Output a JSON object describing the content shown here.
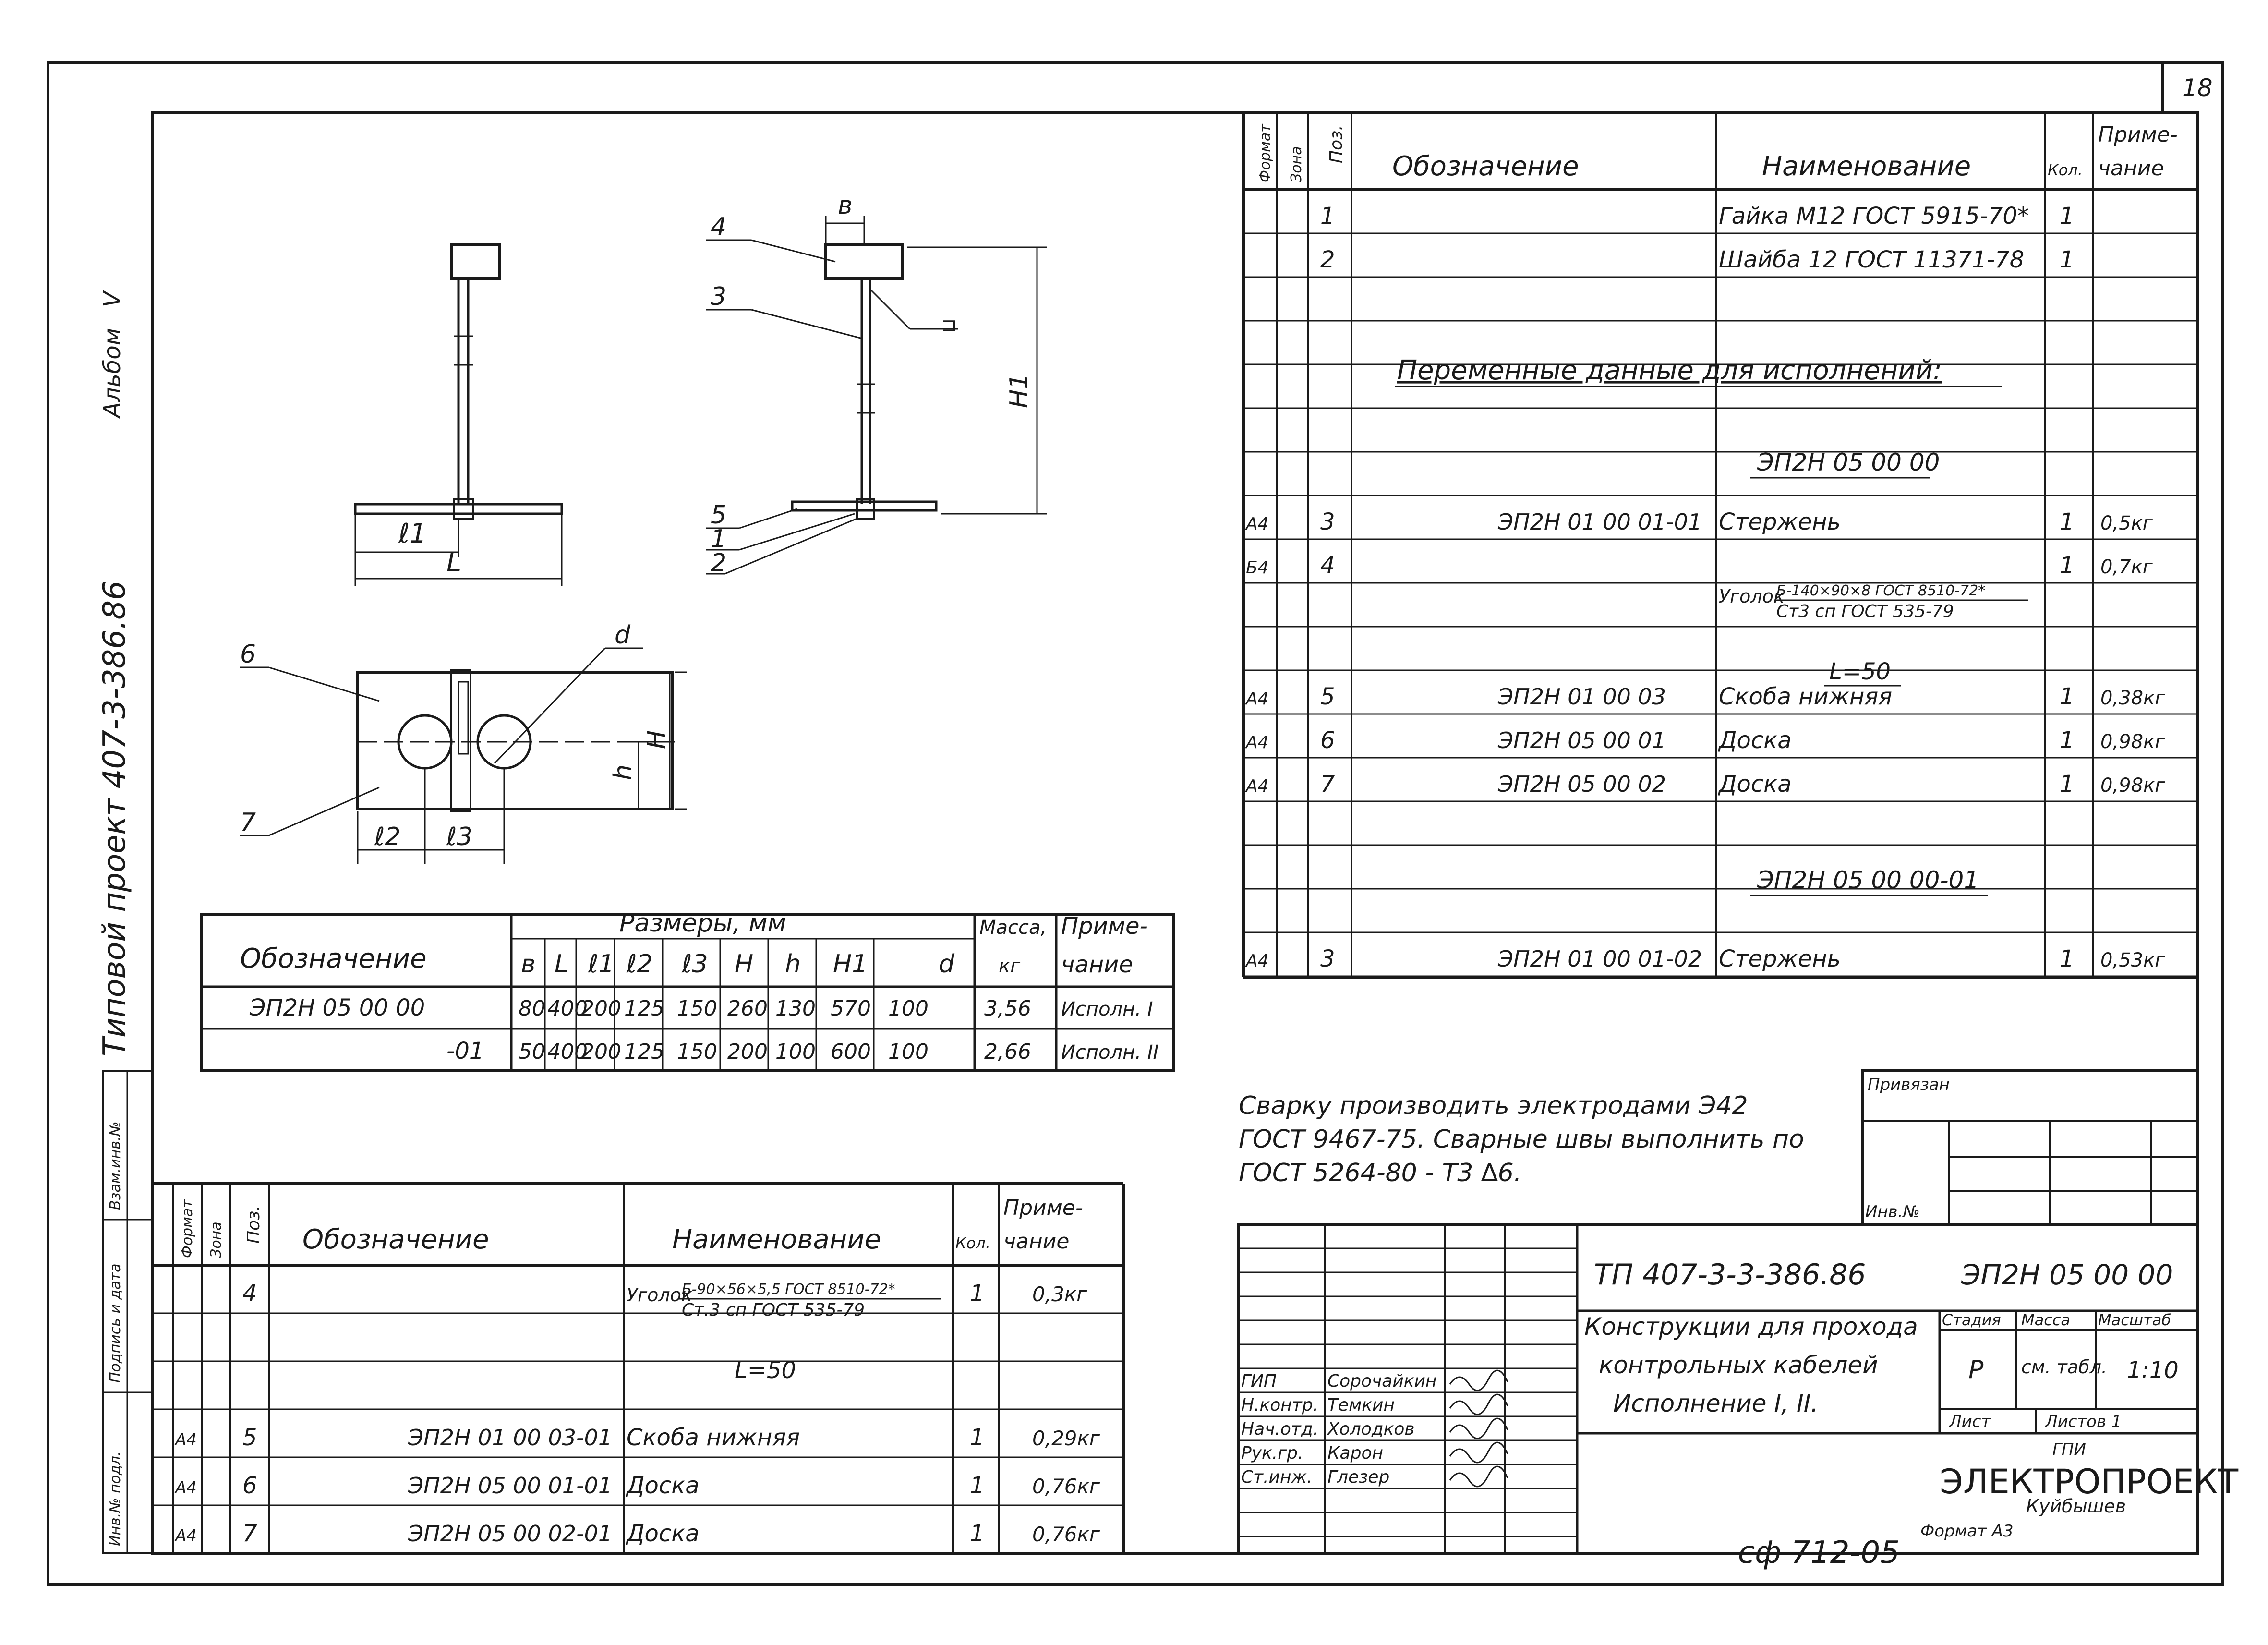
{
  "sheet_number": "18",
  "side": {
    "album": "Альбом",
    "album_num": "V",
    "project": "Типовой проект 407-3-386.86",
    "cells": [
      "Взам.инв.№",
      "Подпись и дата",
      "Инв.№ подл."
    ]
  },
  "drawing": {
    "left": {
      "l1": "ℓ1",
      "L": "L"
    },
    "right": {
      "b": "в",
      "H1": "H1",
      "p4": "4",
      "p3": "3",
      "p5": "5",
      "p1": "1",
      "p2": "2"
    },
    "bottom": {
      "p6": "6",
      "p7": "7",
      "d": "d",
      "H": "H",
      "h": "h",
      "l2": "ℓ2",
      "l3": "ℓ3"
    }
  },
  "dim_table": {
    "headers": {
      "designation": "Обозначение",
      "sizes": "Размеры, мм",
      "mass": "Масса,",
      "mass_unit": "кг",
      "note1": "Приме-",
      "note2": "чание",
      "cols": [
        "в",
        "L",
        "ℓ1",
        "ℓ2",
        "ℓ3",
        "H",
        "h",
        "H1",
        "d"
      ]
    },
    "rows": [
      {
        "designation": "ЭП2Н 05 00 00",
        "vals": [
          "80",
          "400",
          "200",
          "125",
          "150",
          "260",
          "130",
          "570",
          "100"
        ],
        "mass": "3,56",
        "note": "Исполн. I"
      },
      {
        "designation": "-01",
        "vals": [
          "50",
          "400",
          "200",
          "125",
          "150",
          "200",
          "100",
          "600",
          "100"
        ],
        "mass": "2,66",
        "note": "Исполн. II"
      }
    ]
  },
  "spec_headers": {
    "format": "Формат",
    "zone": "Зона",
    "pos": "Поз.",
    "designation": "Обозначение",
    "name": "Наименование",
    "qty": "Кол.",
    "note1": "Приме-",
    "note2": "чание"
  },
  "spec_right": {
    "rows": [
      {
        "fmt": "",
        "pos": "1",
        "des": "",
        "name": "Гайка М12 ГОСТ 5915-70*",
        "qty": "1",
        "note": ""
      },
      {
        "fmt": "",
        "pos": "2",
        "des": "",
        "name": "Шайба 12 ГОСТ 11371-78",
        "qty": "1",
        "note": ""
      },
      {
        "fmt": "",
        "pos": "",
        "des": "",
        "name": "",
        "qty": "",
        "note": ""
      },
      {
        "fmt": "",
        "pos": "",
        "des": "",
        "name": "",
        "qty": "",
        "note": ""
      },
      {
        "fmt": "",
        "pos": "",
        "des": "",
        "name": "",
        "qty": "",
        "note": ""
      },
      {
        "fmt": "",
        "pos": "",
        "des": "",
        "name": "",
        "qty": "",
        "note": ""
      },
      {
        "fmt": "",
        "pos": "",
        "des": "",
        "name": "",
        "qty": "",
        "note": ""
      },
      {
        "fmt": "А4",
        "pos": "3",
        "des": "ЭП2Н 01 00 01-01",
        "name": "Стержень",
        "qty": "1",
        "note": "0,5кг"
      },
      {
        "fmt": "Б4",
        "pos": "4",
        "des": "",
        "name": "",
        "qty": "1",
        "note": "0,7кг"
      },
      {
        "fmt": "",
        "pos": "",
        "des": "",
        "name": "",
        "qty": "",
        "note": ""
      },
      {
        "fmt": "",
        "pos": "",
        "des": "",
        "name": "",
        "qty": "",
        "note": ""
      },
      {
        "fmt": "А4",
        "pos": "5",
        "des": "ЭП2Н 01 00 03",
        "name": "Скоба нижняя",
        "qty": "1",
        "note": "0,38кг"
      },
      {
        "fmt": "А4",
        "pos": "6",
        "des": "ЭП2Н 05 00 01",
        "name": "Доска",
        "qty": "1",
        "note": "0,98кг"
      },
      {
        "fmt": "А4",
        "pos": "7",
        "des": "ЭП2Н 05 00 02",
        "name": "Доска",
        "qty": "1",
        "note": "0,98кг"
      },
      {
        "fmt": "",
        "pos": "",
        "des": "",
        "name": "",
        "qty": "",
        "note": ""
      },
      {
        "fmt": "",
        "pos": "",
        "des": "",
        "name": "",
        "qty": "",
        "note": ""
      },
      {
        "fmt": "",
        "pos": "",
        "des": "",
        "name": "",
        "qty": "",
        "note": ""
      },
      {
        "fmt": "А4",
        "pos": "3",
        "des": "ЭП2Н 01 00 01-02",
        "name": "Стержень",
        "qty": "1",
        "note": "0,53кг"
      }
    ],
    "variable_title": "Переменные данные для исполнений:",
    "exec1": "ЭП2Н 05 00 00",
    "ugolok_word": "Уголок",
    "ugolok_top": "Б-140×90×8 ГОСТ 8510-72*",
    "ugolok_bottom": "Ст3 сп ГОСТ 535-79",
    "L50": "L=50",
    "exec2": "ЭП2Н 05 00 00-01"
  },
  "spec_left": {
    "rows": [
      {
        "fmt": "",
        "pos": "4",
        "des": "",
        "name": "",
        "qty": "1",
        "note": "0,3кг"
      },
      {
        "fmt": "",
        "pos": "",
        "des": "",
        "name": "",
        "qty": "",
        "note": ""
      },
      {
        "fmt": "",
        "pos": "",
        "des": "",
        "name": "",
        "qty": "",
        "note": ""
      },
      {
        "fmt": "А4",
        "pos": "5",
        "des": "ЭП2Н 01 00 03-01",
        "name": "Скоба нижняя",
        "qty": "1",
        "note": "0,29кг"
      },
      {
        "fmt": "А4",
        "pos": "6",
        "des": "ЭП2Н 05 00 01-01",
        "name": "Доска",
        "qty": "1",
        "note": "0,76кг"
      },
      {
        "fmt": "А4",
        "pos": "7",
        "des": "ЭП2Н 05 00 02-01",
        "name": "Доска",
        "qty": "1",
        "note": "0,76кг"
      }
    ],
    "ugolok_word": "Уголок",
    "ugolok_top": "Б-90×56×5,5 ГОСТ 8510-72*",
    "ugolok_bottom": "Ст.3 сп ГОСТ 535-79",
    "L50": "L=50"
  },
  "welding_note": [
    "Сварку производить электродами Э42",
    "ГОСТ 9467-75. Сварные швы выполнить по",
    "ГОСТ 5264-80 - Т3 ∆6."
  ],
  "stamp": {
    "privyazan": "Привязан",
    "inv": "Инв.№",
    "code": "ТП 407-3-3-386.86",
    "doc": "ЭП2Н 05 00 00",
    "title": [
      "Конструкции для прохода",
      "контрольных кабелей",
      "Исполнение I, II."
    ],
    "stage_label": "Стадия",
    "mass_label": "Масса",
    "scale_label": "Масштаб",
    "stage": "Р",
    "mass": "см. табл.",
    "scale": "1:10",
    "sheet_label": "Лист",
    "sheets_label": "Листов 1",
    "org1": "ГПИ",
    "org2": "ЭЛЕКТРОПРОЕКТ",
    "org3": "Куйбышев",
    "people": [
      {
        "role": "ГИП",
        "name": "Сорочайкин"
      },
      {
        "role": "Н.контр.",
        "name": "Темкин"
      },
      {
        "role": "Нач.отд.",
        "name": "Холодков"
      },
      {
        "role": "Рук.гр.",
        "name": "Карон"
      },
      {
        "role": "Ст.инж.",
        "name": "Глезер"
      }
    ]
  },
  "footer": {
    "code": "сф 712-05",
    "format": "Формат А3"
  }
}
